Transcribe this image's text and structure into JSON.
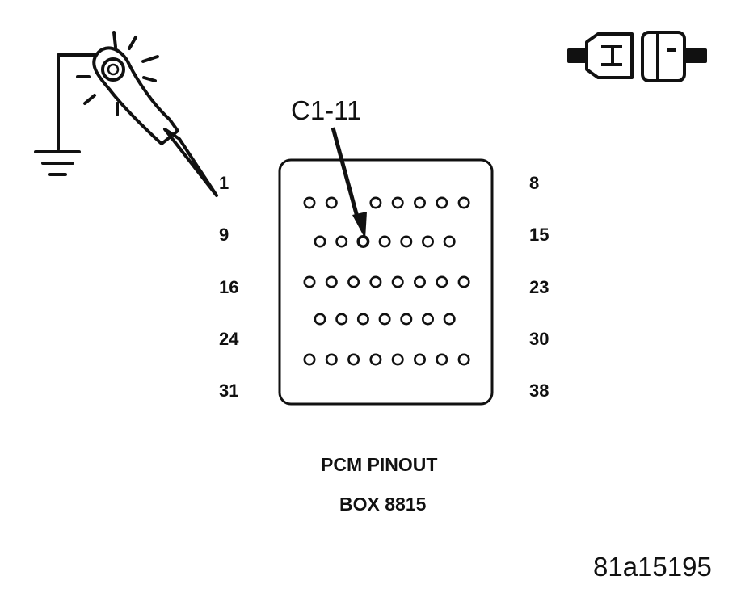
{
  "diagram": {
    "callout_label": "C1-11",
    "caption_line1": "PCM PINOUT",
    "caption_line2": "BOX 8815",
    "figure_id": "81a15195",
    "row_labels_left": [
      "1",
      "9",
      "16",
      "24",
      "31"
    ],
    "row_labels_right": [
      "8",
      "15",
      "23",
      "30",
      "38"
    ],
    "rows": [
      8,
      7,
      8,
      7,
      8
    ],
    "missing_pin": 3,
    "highlighted_pin": 11,
    "ink_color": "#111111"
  }
}
